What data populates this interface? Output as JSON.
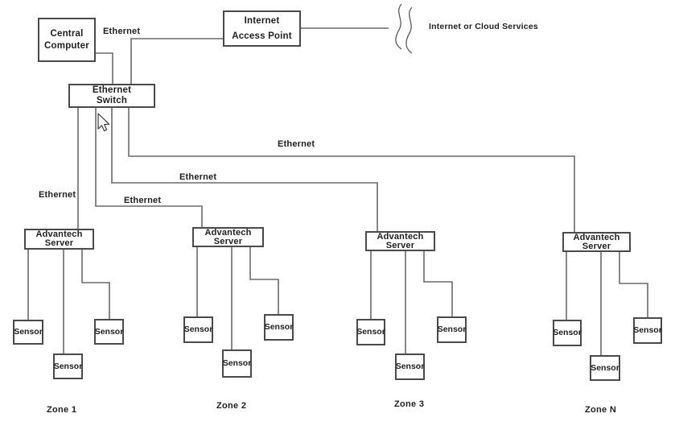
{
  "diagram": {
    "nodes": {
      "central_computer": {
        "line1": "Central",
        "line2": "Computer"
      },
      "internet_access_point": {
        "line1": "Internet",
        "line2": "Access Point"
      },
      "ethernet_switch": {
        "line1": "Ethernet",
        "line2": "Switch"
      },
      "cloud": {
        "label": "Internet or Cloud Services"
      }
    },
    "link_labels": {
      "switch_to_internet": "Ethernet",
      "zone_n_link": "Ethernet",
      "zone_3_link": "Ethernet",
      "zone_2_link": "Ethernet",
      "zone_1_link": "Ethernet"
    },
    "zones": [
      {
        "label": "Zone 1",
        "server": {
          "line1": "Advantech",
          "line2": "Server"
        },
        "sensors": [
          "Sensor",
          "Sensor",
          "Sensor"
        ]
      },
      {
        "label": "Zone 2",
        "server": {
          "line1": "Advantech",
          "line2": "Server"
        },
        "sensors": [
          "Sensor",
          "Sensor",
          "Sensor"
        ]
      },
      {
        "label": "Zone 3",
        "server": {
          "line1": "Advantech",
          "line2": "Server"
        },
        "sensors": [
          "Sensor",
          "Sensor",
          "Sensor"
        ]
      },
      {
        "label": "Zone N",
        "server": {
          "line1": "Advantech",
          "line2": "Server"
        },
        "sensors": [
          "Sensor",
          "Sensor",
          "Sensor"
        ]
      }
    ],
    "colors": {
      "background": "#ffffff",
      "wire": "#6b6b6b",
      "box_border": "#4a4a4a",
      "text": "#1f1f1f"
    }
  }
}
